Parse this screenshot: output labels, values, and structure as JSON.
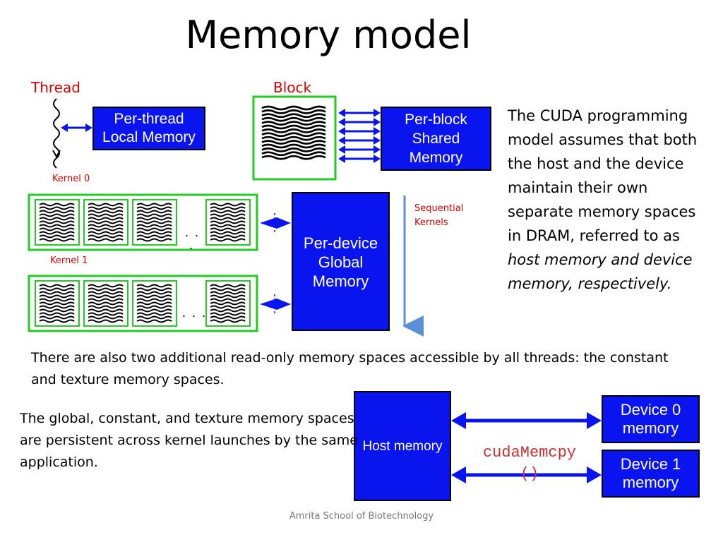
{
  "title": "Memory model",
  "labels": {
    "thread": "Thread",
    "block": "Block",
    "kernel0": "Kernel 0",
    "kernel1": "Kernel 1",
    "sequential_kernels_line1": "Sequential",
    "sequential_kernels_line2": "Kernels",
    "ellipsis_k0_line1": ". .",
    "ellipsis_k0_line2": ".",
    "ellipsis_k1": ". . ."
  },
  "boxes": {
    "per_thread_line1": "Per-thread",
    "per_thread_line2": "Local Memory",
    "per_block_line1": "Per-block",
    "per_block_line2": "Shared",
    "per_block_line3": "Memory",
    "per_device_line1": "Per-device",
    "per_device_line2": "Global",
    "per_device_line3": "Memory",
    "host_memory": "Host memory",
    "device0_line1": "Device 0",
    "device0_line2": "memory",
    "device1_line1": "Device 1",
    "device1_line2": "memory"
  },
  "cudamemcpy": "cudaMemcpy",
  "cudamemcpy_parens": "()",
  "side_text": {
    "plain": "The CUDA programming model assumes that both the host and the device maintain their own separate memory spaces in DRAM, referred to as ",
    "italic": "host memory and device memory, respectively."
  },
  "para_readonly": "There are also two additional read-only memory spaces accessible by all threads: the constant and texture memory spaces.",
  "para_persistent": "The global, constant, and texture memory spaces are persistent across kernel launches by the same application.",
  "footer": "Amrita School of Biotechnology",
  "colors": {
    "box_blue": "#0a14ee",
    "green": "#22cc22",
    "red_label": "#e00000",
    "seq_arrow": "#5b8fd6",
    "cudamemcpy": "#d03030"
  }
}
